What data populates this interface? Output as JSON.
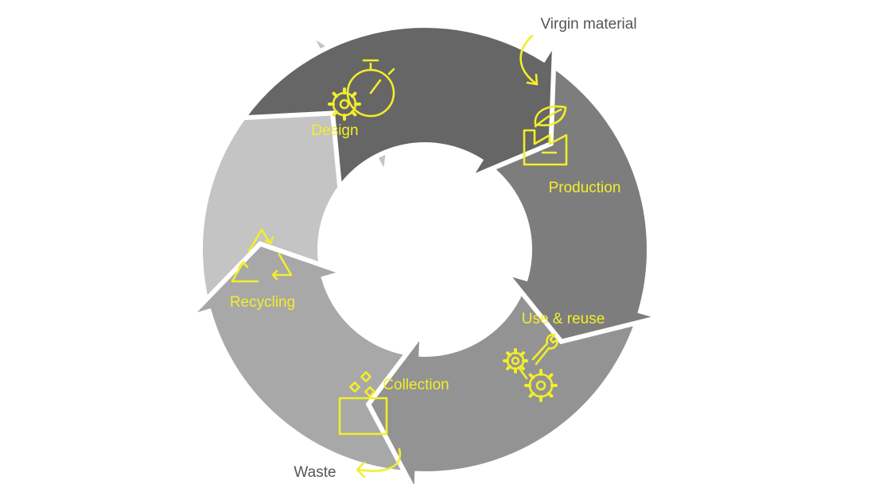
{
  "diagram": {
    "stages": [
      {
        "id": "design",
        "label": "Design",
        "icon": "gear-stopwatch-icon",
        "color": "#666666"
      },
      {
        "id": "production",
        "label": "Production",
        "icon": "factory-leaf-icon",
        "color": "#7d7d7d"
      },
      {
        "id": "use",
        "label": "Use & reuse",
        "icon": "gears-wrench-icon",
        "color": "#939393"
      },
      {
        "id": "collection",
        "label": "Collection",
        "icon": "bin-pieces-icon",
        "color": "#a8a8a8"
      },
      {
        "id": "recycling",
        "label": "Recycling",
        "icon": "recycle-icon",
        "color": "#c4c4c4"
      }
    ],
    "inputs": {
      "virgin_material": "Virgin material",
      "waste": "Waste"
    },
    "colors": {
      "accent": "#f2ee2a",
      "external_text": "#555555",
      "external_arrow": "#f2ee2a"
    }
  }
}
